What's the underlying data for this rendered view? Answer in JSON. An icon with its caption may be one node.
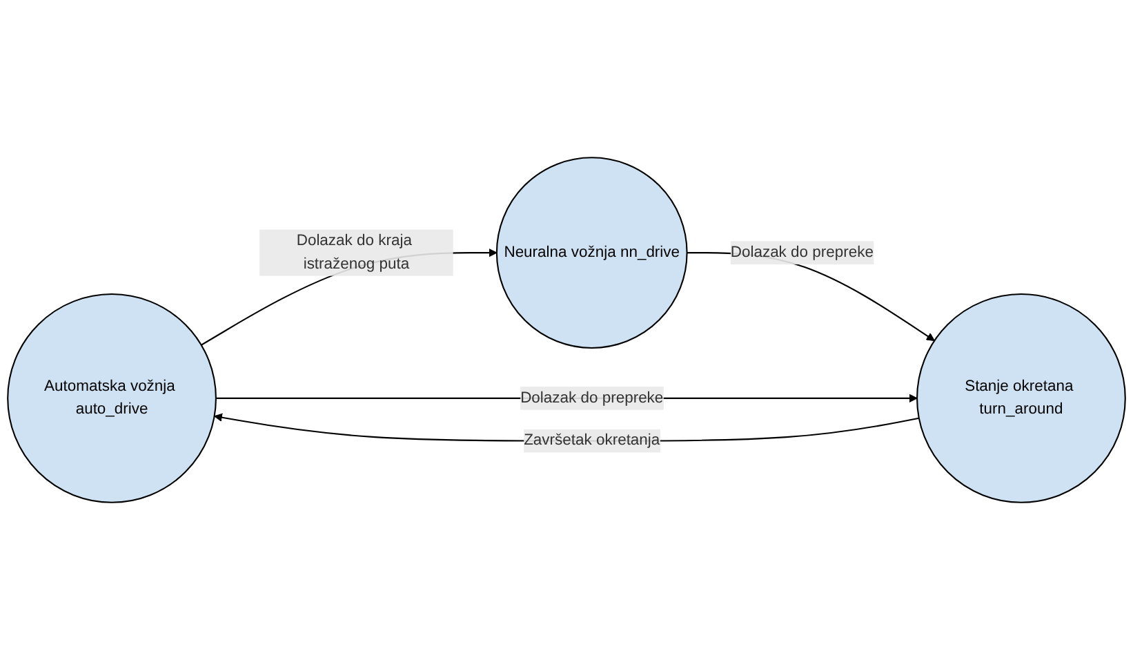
{
  "diagram": {
    "nodes": [
      {
        "text": [
          "Automatska vožnja auto_drive"
        ]
      },
      {
        "text": [
          "Neuralna vožnja nn_drive"
        ]
      },
      {
        "text": [
          "Stanje okretana turn_around"
        ]
      }
    ],
    "edges": [
      {
        "from": 0,
        "to": 1,
        "arrow": "to",
        "label": "Dolazak do kraja istraženog puta"
      },
      {
        "from": 1,
        "to": 2,
        "arrow": "to",
        "label": "Dolazak do prepreke"
      },
      {
        "from": 0,
        "to": 2,
        "arrow": "to",
        "label": "Dolazak do prepreke"
      },
      {
        "from": 2,
        "to": 0,
        "arrow": "to",
        "label": "Završetak okretanja"
      }
    ]
  }
}
